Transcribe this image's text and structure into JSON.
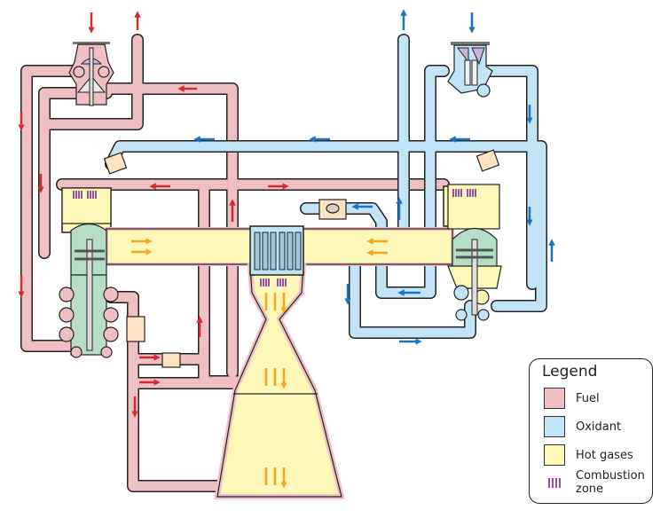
{
  "diagram": {
    "title": "Rocket engine staged combustion cycle",
    "colors": {
      "fuel": "#eebfc3",
      "oxidant": "#c2e4f4",
      "hot_gases": "#fdf7b8",
      "combustion_zone": "#9b4fa5",
      "fuel_arrow": "#d12b35",
      "oxidant_arrow": "#1a74c0",
      "hot_gas_arrow": "#f5a623",
      "turbine": "#b6dec7",
      "valve": "#fbe3c2",
      "outline": "#222222"
    }
  },
  "legend": {
    "title": "Legend",
    "items": [
      {
        "label": "Fuel",
        "color": "#eebfc3"
      },
      {
        "label": "Oxidant",
        "color": "#c2e4f4"
      },
      {
        "label": "Hot gases",
        "color": "#fdf7b8"
      },
      {
        "label": "Combustion zone",
        "color": "#9b4fa5"
      }
    ]
  }
}
